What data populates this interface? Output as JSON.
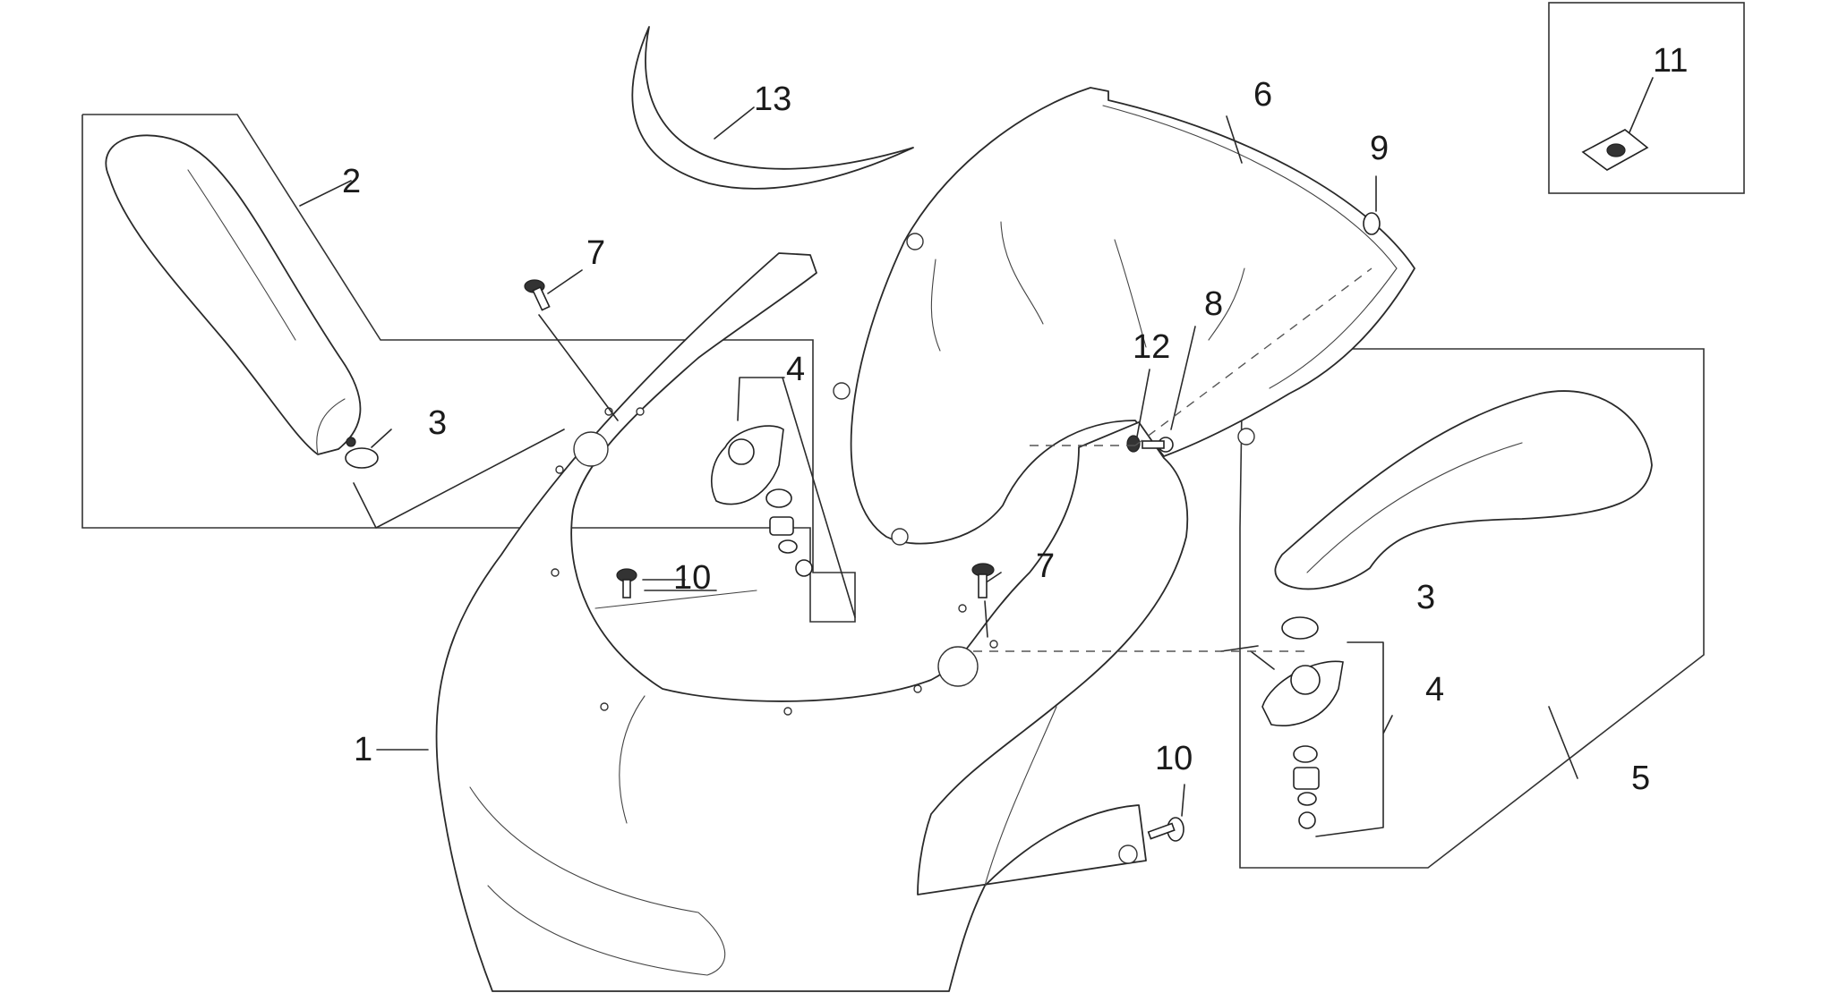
{
  "callouts": {
    "c1": "1",
    "c2": "2",
    "c3a": "3",
    "c3b": "3",
    "c4a": "4",
    "c4b": "4",
    "c5": "5",
    "c6": "6",
    "c7a": "7",
    "c7b": "7",
    "c8": "8",
    "c9": "9",
    "c10a": "10",
    "c10b": "10",
    "c11": "11",
    "c12": "12",
    "c13": "13"
  }
}
